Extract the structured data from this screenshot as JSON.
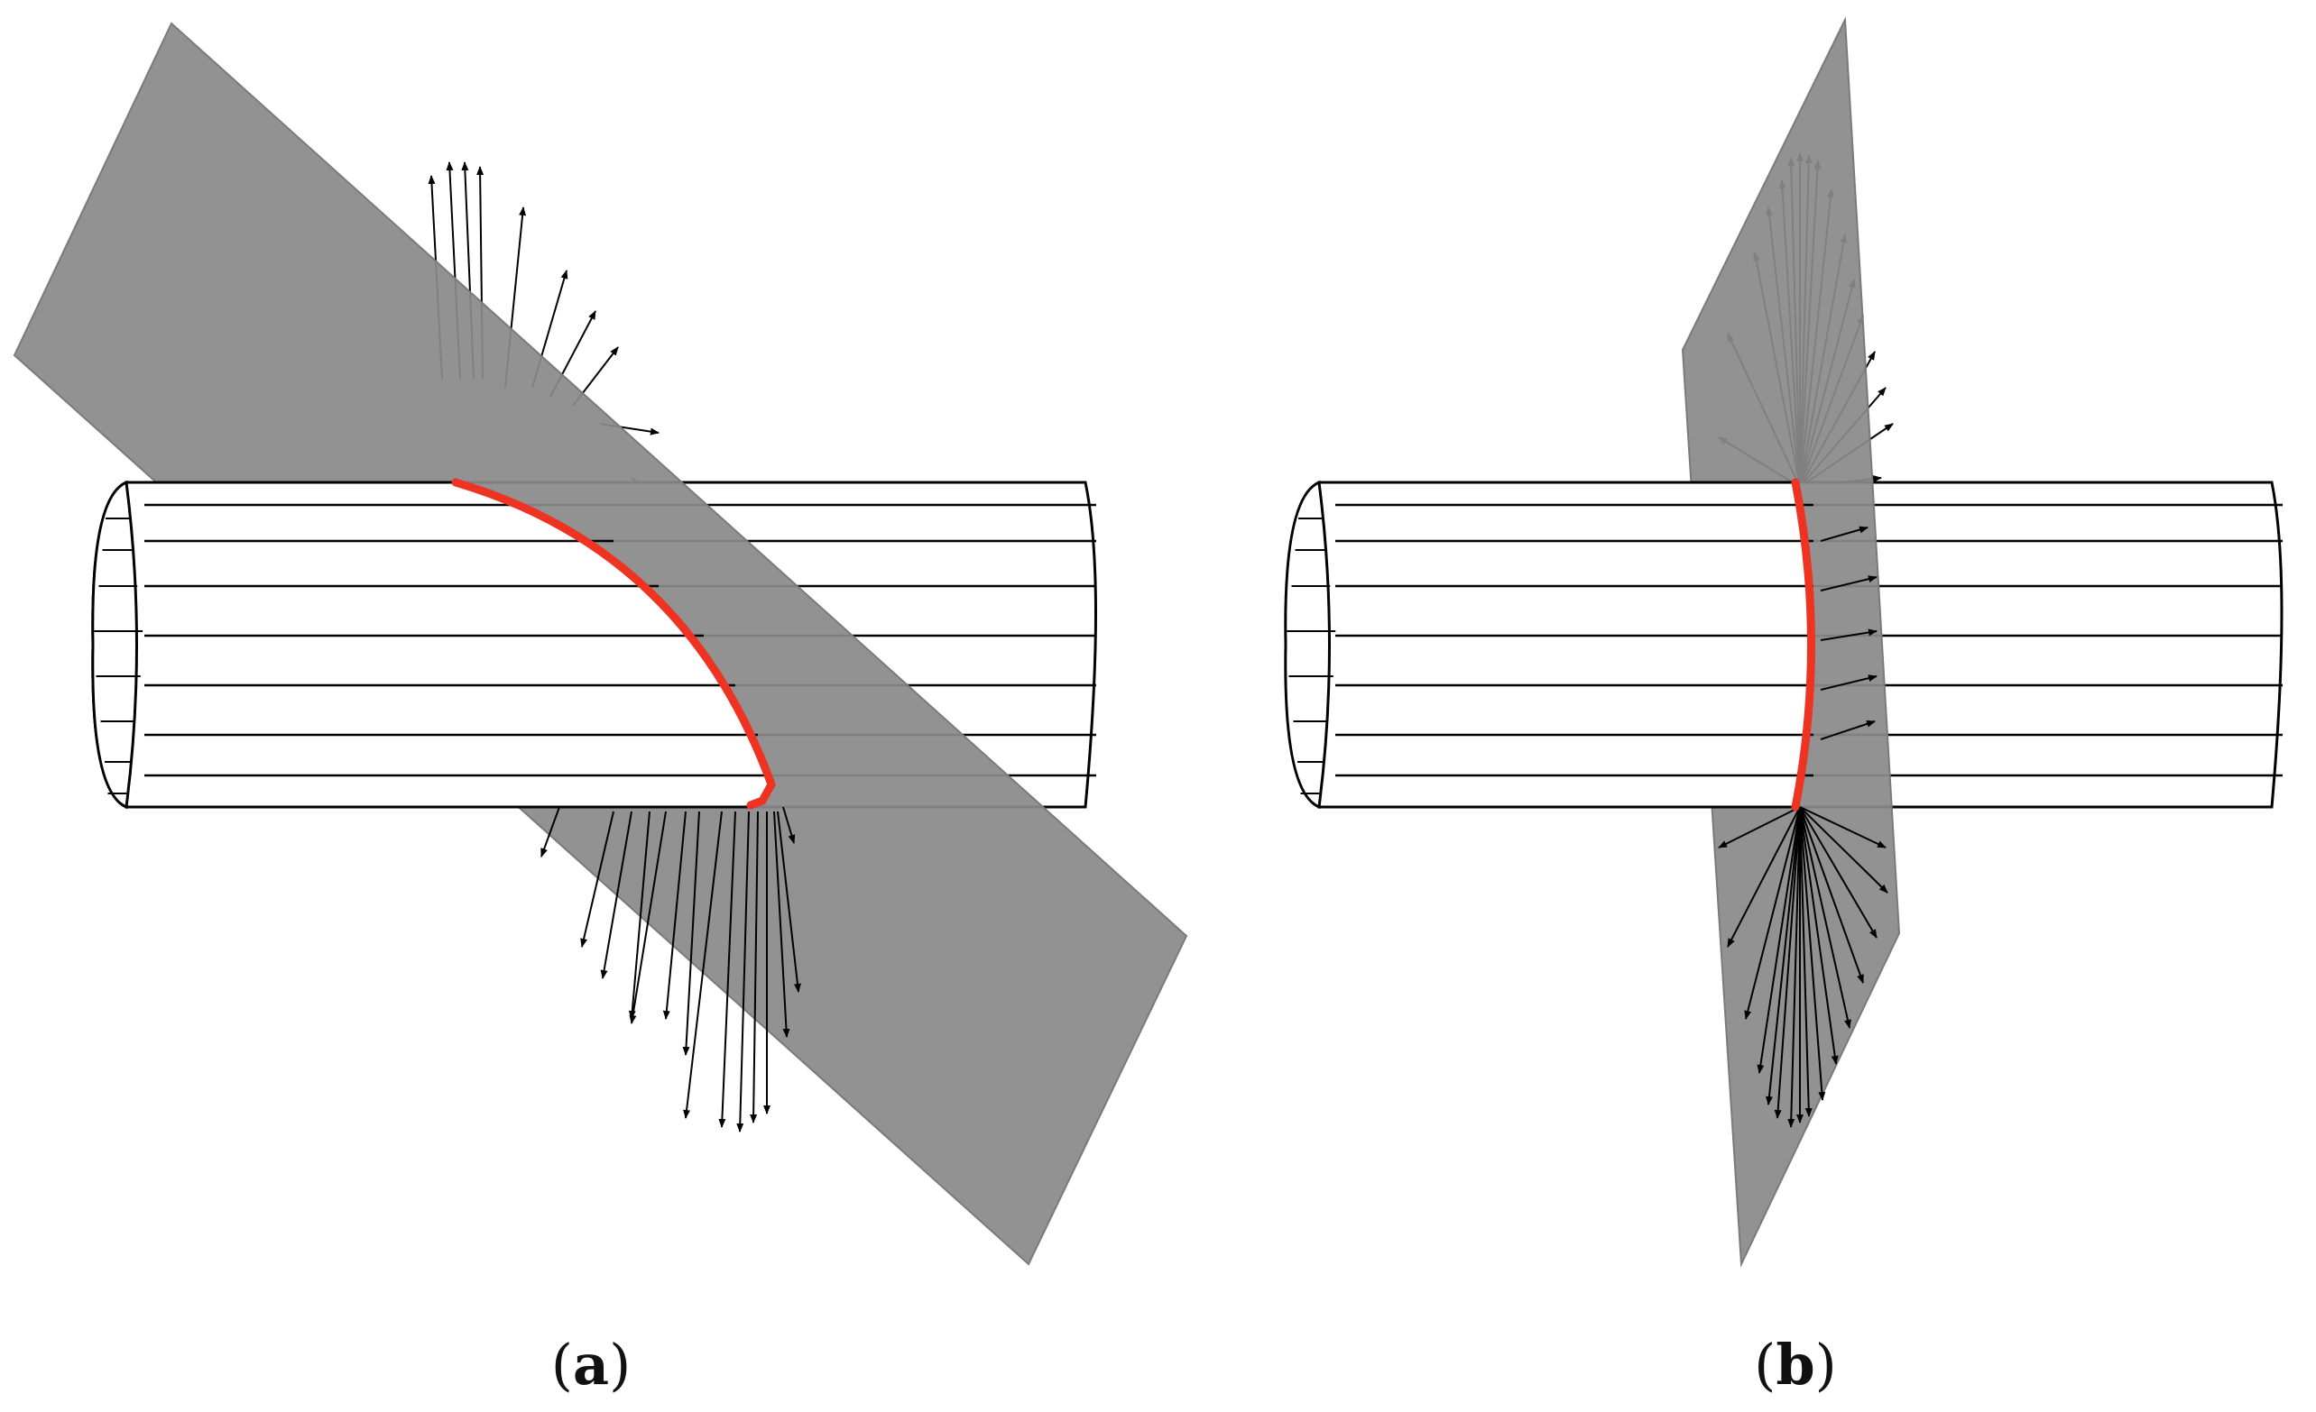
{
  "figure": {
    "panels": [
      {
        "id": "a",
        "label": "a"
      },
      {
        "id": "b",
        "label": "b"
      }
    ]
  },
  "colors": {
    "background": "#ffffff",
    "plane": "#8a8a8a",
    "cylinder_outline": "#000000",
    "intersection_curve": "#ee3322",
    "vectors": "#000000"
  }
}
